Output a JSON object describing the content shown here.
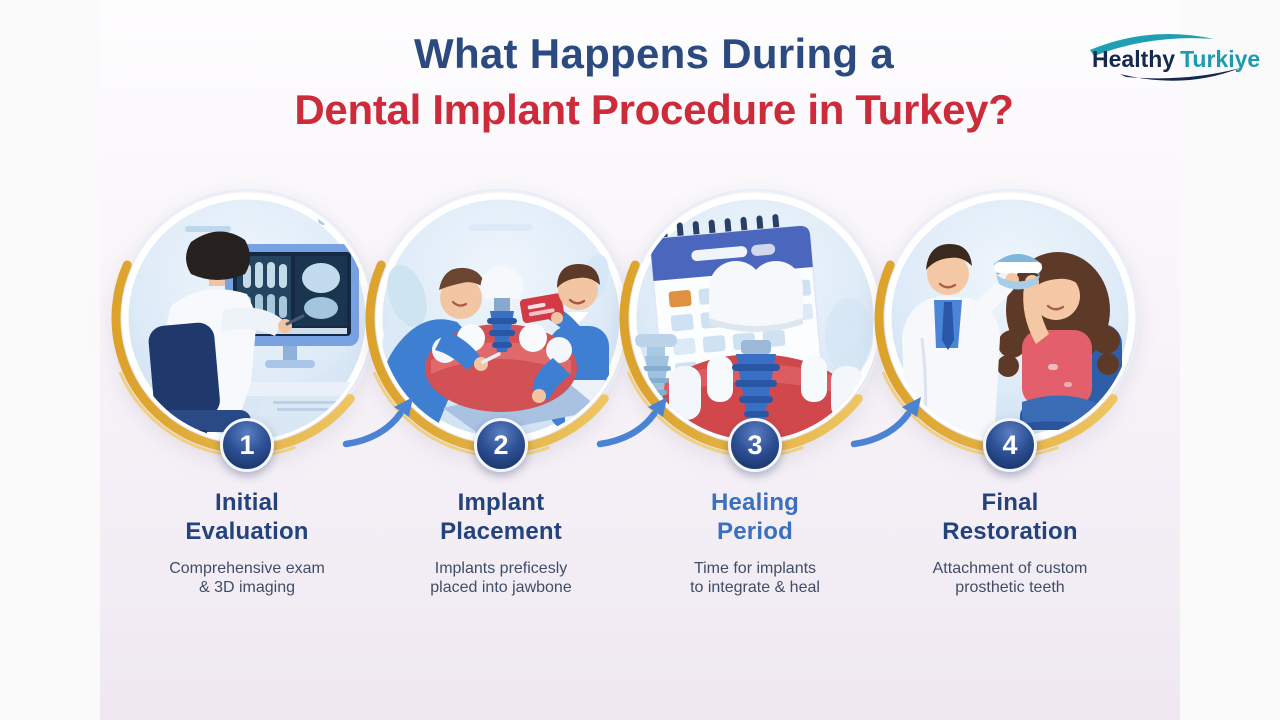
{
  "title": {
    "line1": "What Happens During a",
    "line2": "Dental Implant Procedure in Turkey?"
  },
  "logo": {
    "word1": "Healthy",
    "word2": "Turkiye"
  },
  "steps": [
    {
      "number": "1",
      "title_line1": "Initial",
      "title_line2": "Evaluation",
      "desc_line1": "Comprehensive exam",
      "desc_line2": "& 3D imaging",
      "scene": "doctor-reviewing-dental-scans-on-monitor"
    },
    {
      "number": "2",
      "title_line1": "Implant",
      "title_line2": "Placement",
      "desc_line1": "Implants preficesly",
      "desc_line2": "placed into jawbone",
      "scene": "two-dentists-placing-implant-in-jaw-model"
    },
    {
      "number": "3",
      "title_line1": "Healing",
      "title_line2": "Period",
      "desc_line1": "Time for implants",
      "desc_line2": "to integrate & heal",
      "scene": "calendar-with-healing-tooth-implant"
    },
    {
      "number": "4",
      "title_line1": "Final",
      "title_line2": "Restoration",
      "desc_line1": "Attachment of custom",
      "desc_line2": "prosthetic teeth",
      "scene": "doctor-presenting-prosthetic-teeth-to-patient"
    }
  ],
  "colors": {
    "title_blue": "#2a4a80",
    "title_red": "#ce2b3a",
    "step_title_navy": "#24437c",
    "step_title_light_blue": "#3a70bd",
    "description_gray": "#3f4e66",
    "badge_navy": "#142c5a",
    "gold_arc": "#d79a1e",
    "arrow_blue": "#4a82d4",
    "circle_fill_blue": "#ddeaf7",
    "logo_navy": "#15284d",
    "logo_teal": "#1c9bb0"
  }
}
